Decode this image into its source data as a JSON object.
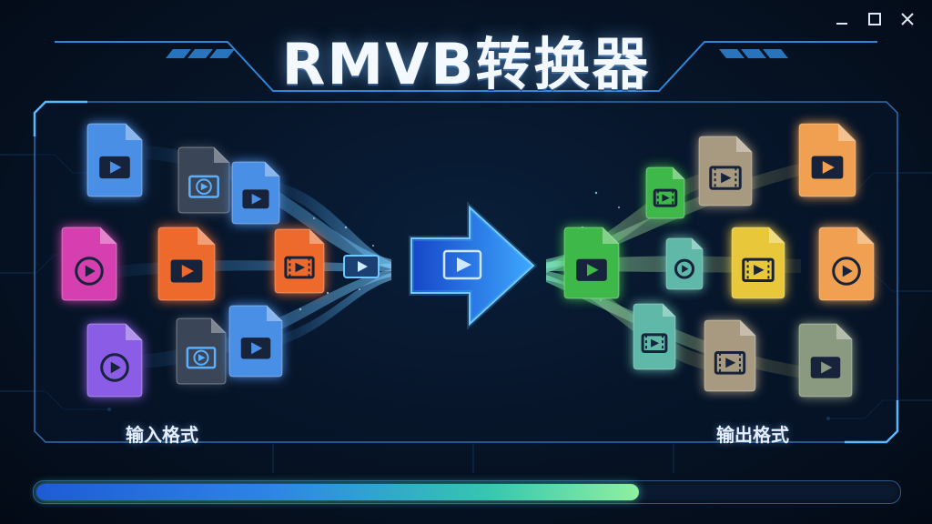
{
  "window": {
    "title": "RMVB转换器",
    "controls": {
      "minimize": "minimize-icon",
      "maximize": "maximize-icon",
      "close": "close-icon"
    }
  },
  "input": {
    "label": "输入格式"
  },
  "output": {
    "label": "输出格式"
  },
  "progress": {
    "value": 0.7
  },
  "colors": {
    "accent": "#4fb8ff",
    "blue": "#4a8fe6",
    "purple": "#8b5ce6",
    "pink": "#d63fb0",
    "orange": "#ee6a2c",
    "slate": "#3a4658",
    "green": "#3fb84a",
    "teal": "#5fb8a8",
    "tan": "#a89a80",
    "yellow": "#e8c83a",
    "peach": "#f0a050",
    "sage": "#8a9a80"
  }
}
